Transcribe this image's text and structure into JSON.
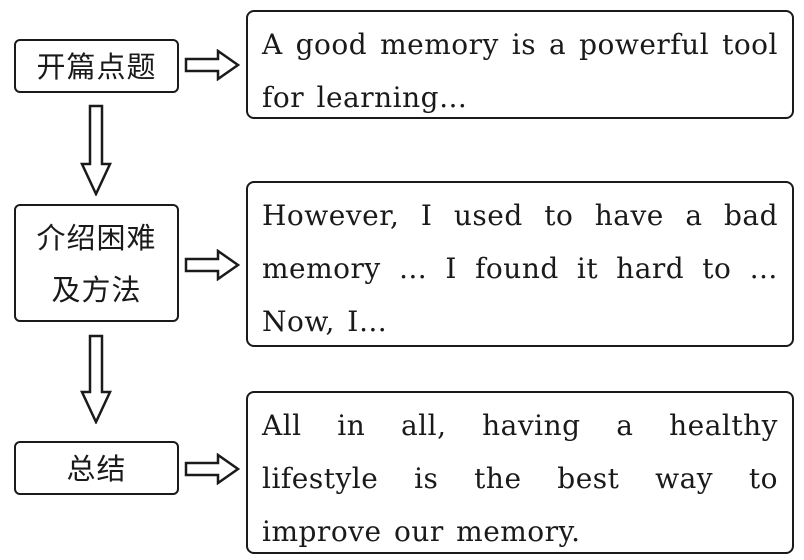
{
  "stages": [
    {
      "label_lines": [
        "开篇点题"
      ]
    },
    {
      "label_lines": [
        "介绍困难",
        "及方法"
      ]
    },
    {
      "label_lines": [
        "总结"
      ]
    }
  ],
  "contents": [
    {
      "lines": [
        "A good memory is a powerful tool",
        "for learning…"
      ]
    },
    {
      "lines": [
        "However, I used to have a bad",
        "memory … I found it hard to …",
        "Now, I…"
      ]
    },
    {
      "lines": [
        "All in all, having a healthy",
        "lifestyle is the best way to",
        "improve our memory."
      ]
    }
  ]
}
